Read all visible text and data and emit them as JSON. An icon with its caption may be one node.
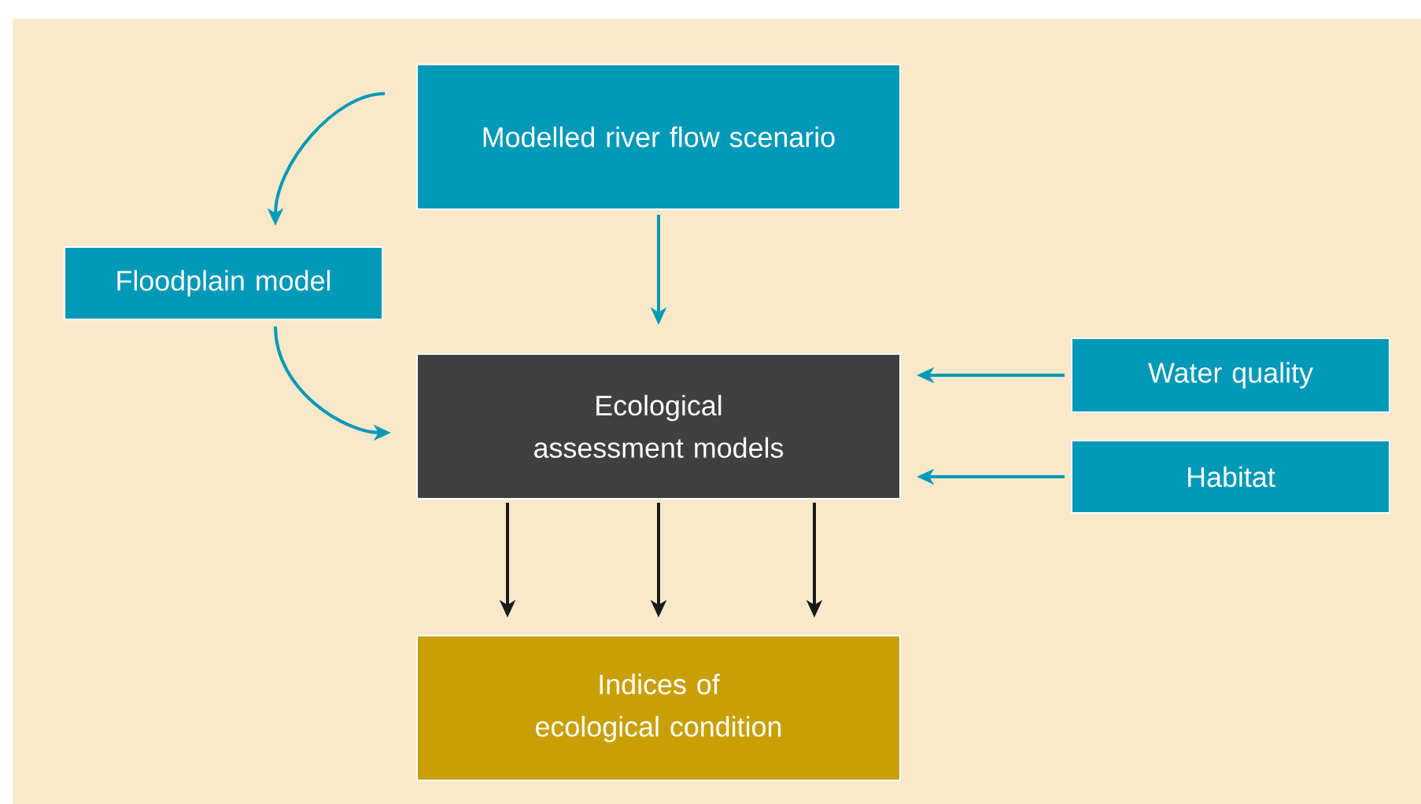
{
  "diagram": {
    "nodes": [
      {
        "text": [
          "Modelled river flow scenario"
        ]
      },
      {
        "text": [
          "Floodplain model"
        ]
      },
      {
        "text": [
          "Ecological assessment models"
        ]
      },
      {
        "text": [
          "Water quality"
        ]
      },
      {
        "text": [
          "Habitat"
        ]
      },
      {
        "text": [
          "Indices of ecological condition"
        ]
      }
    ],
    "edges": [
      {
        "from": 0,
        "to": 1,
        "arrow": "to"
      },
      {
        "from": 0,
        "to": 2,
        "arrow": "to"
      },
      {
        "from": 1,
        "to": 2,
        "arrow": "to"
      },
      {
        "from": 3,
        "to": 2,
        "arrow": "to"
      },
      {
        "from": 4,
        "to": 2,
        "arrow": "to"
      },
      {
        "from": 2,
        "to": 5,
        "arrow": "to",
        "color": "#1a1a1a"
      },
      {
        "from": 2,
        "to": 5,
        "arrow": "to",
        "color": "#1a1a1a"
      },
      {
        "from": 2,
        "to": 5,
        "arrow": "to",
        "color": "#1a1a1a"
      }
    ]
  }
}
